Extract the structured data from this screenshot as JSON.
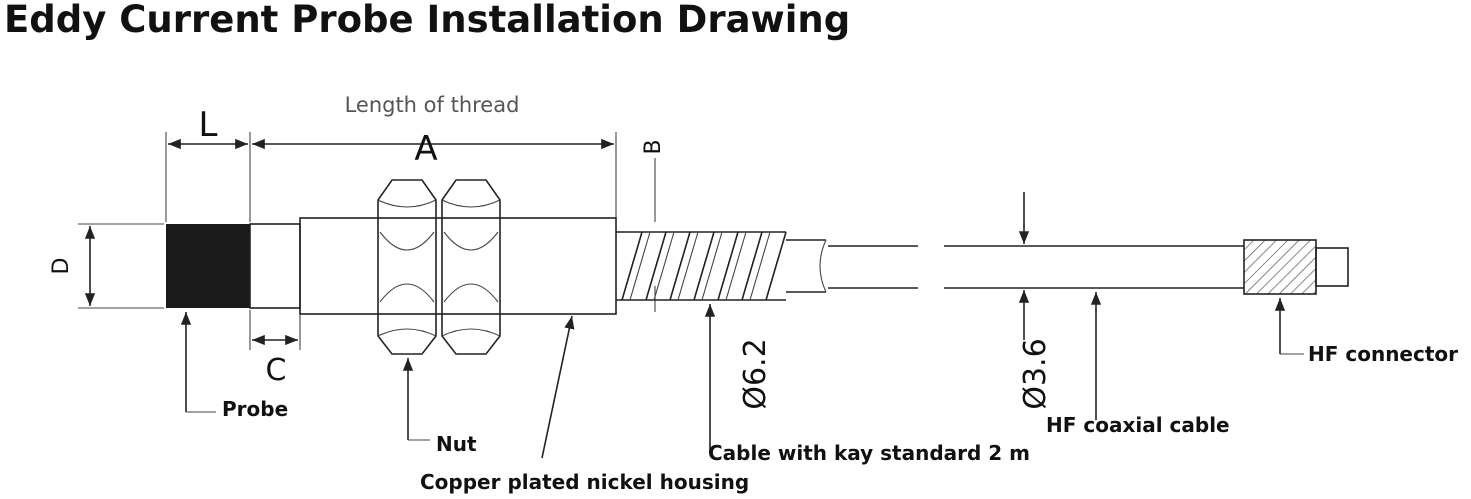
{
  "title": "Eddy Current Probe Installation Drawing",
  "dimensions": {
    "L": "L",
    "A": "A",
    "B": "B",
    "C": "C",
    "D": "D",
    "thread_note": "Length of thread",
    "cable_diameter": "Ø6.2",
    "coax_diameter": "Ø3.6"
  },
  "callouts": {
    "probe": "Probe",
    "nut": "Nut",
    "housing": "Copper plated nickel housing",
    "cable": "Cable with kay standard 2 m",
    "coax": "HF coaxial cable",
    "connector": "HF connector"
  },
  "colors": {
    "line": "#222222",
    "probe_tip": "#1a1a1a"
  }
}
